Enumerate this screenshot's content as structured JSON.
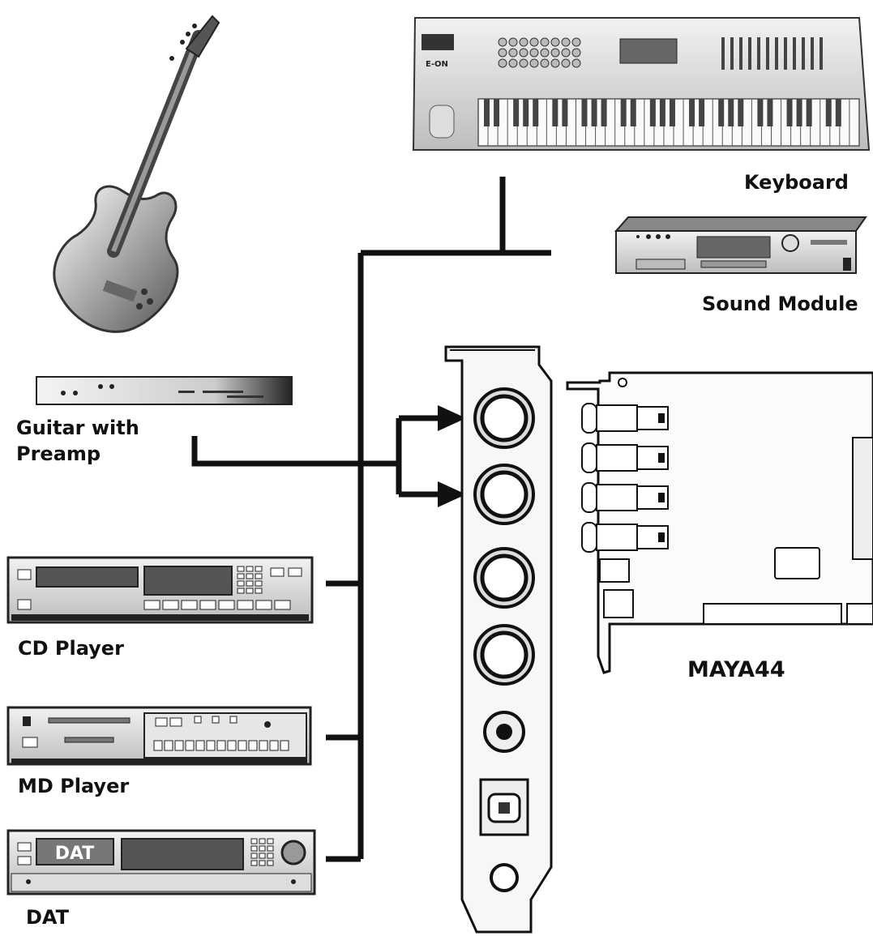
{
  "labels": {
    "keyboard": "Keyboard",
    "sound_module": "Sound Module",
    "guitar_preamp": "Guitar with\nPreamp",
    "cd_player": "CD Player",
    "md_player": "MD Player",
    "dat": "DAT",
    "maya44": "MAYA44"
  },
  "device_text": {
    "keyboard_brand": "E-ON",
    "dat_panel": "DAT"
  },
  "colors": {
    "line": "#111111",
    "device_fill": "#eeeeee",
    "device_dark": "#222222"
  }
}
